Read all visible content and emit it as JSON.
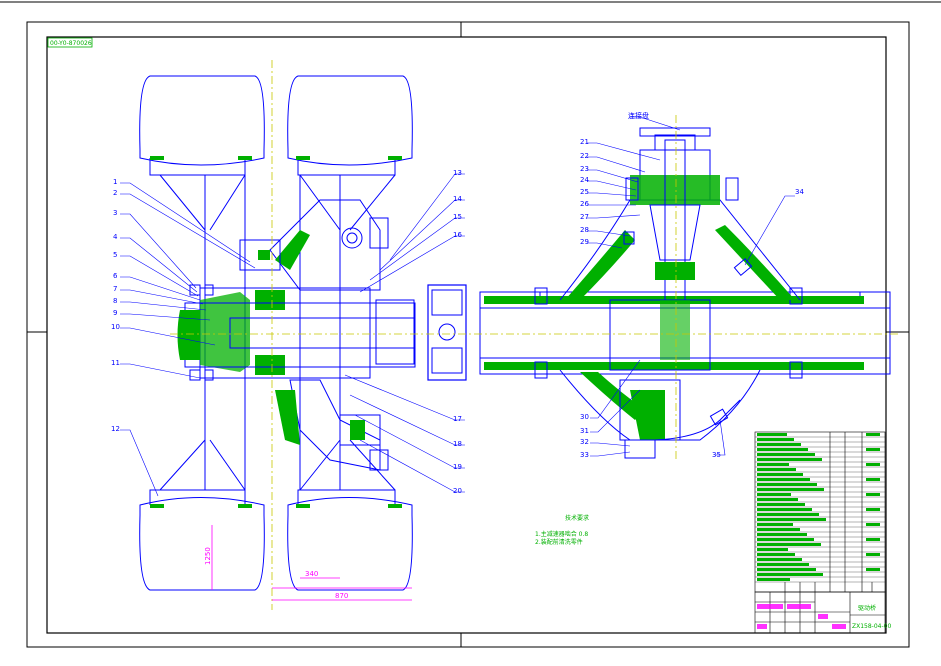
{
  "drawing": {
    "stamp_text": "00-Y0-870026",
    "title_block_code": "ZX158-04-00",
    "title_block_name": "驱动桥",
    "tech_requirements_title": "技术要求",
    "tech_requirements": [
      "1.主减速器啮合 0.8",
      "2.装配前清洗零件"
    ],
    "dims": {
      "tire_height": "1250",
      "wheel_track": "870",
      "dual_spacing": "340"
    }
  },
  "callouts_left": [
    "1",
    "2",
    "3",
    "4",
    "5",
    "6",
    "7",
    "8",
    "9",
    "10",
    "11",
    "12"
  ],
  "callouts_mid_right": [
    "13",
    "14",
    "15",
    "16",
    "17",
    "18",
    "19",
    "20"
  ],
  "callouts_diff": [
    "21",
    "22",
    "23",
    "24",
    "25",
    "26",
    "27",
    "28",
    "29"
  ],
  "callouts_diff_bottom": [
    "30",
    "31",
    "32",
    "33"
  ],
  "callout_34": "34",
  "callout_35": "35",
  "callout_top": "连接盘",
  "colors": {
    "outline": "#0000ff",
    "section": "#00b000",
    "dim": "#ff00ff",
    "center": "#c8c800",
    "frame": "#000000"
  }
}
